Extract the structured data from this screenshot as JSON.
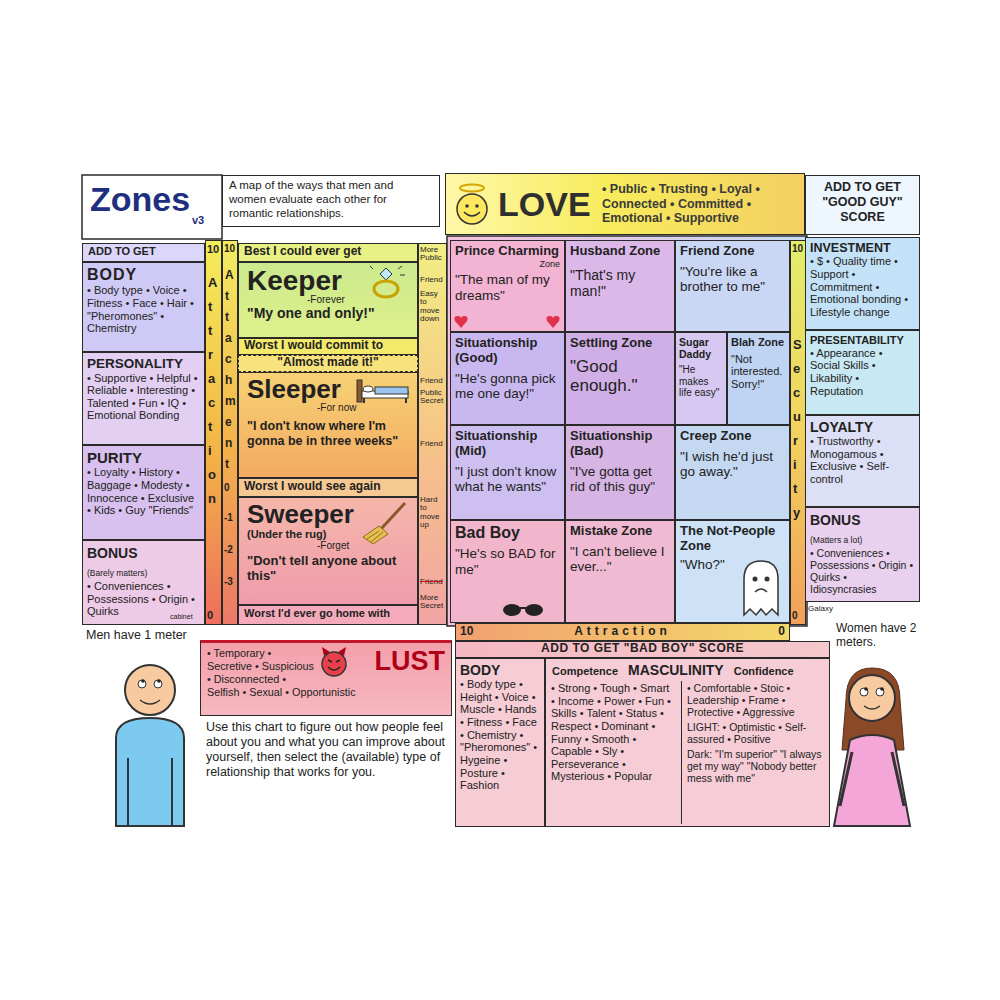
{
  "diagram": {
    "title": "Zones",
    "nodes": [
      {
        "text": [
          "A map of the ways that men and women evaluate each other for romantic relationships."
        ]
      },
      {
        "text": [
          "LOVE",
          "• Public • Trusting • Loyal • Connected • Committed • Emotional • Supportive"
        ]
      },
      {
        "text": [
          "ADD TO GET \"GOOD GUY\" SCORE"
        ]
      },
      {
        "text": [
          "ADD TO GET"
        ]
      },
      {
        "text": [
          "BODY",
          "• Body type • Voice • Fitness • Face • Hair • \"Pheromones\" • Chemistry"
        ]
      },
      {
        "text": [
          "PERSONALITY",
          "• Supportive • Helpful • Reliable • Interesting • Talented • Fun • IQ • Emotional Bonding"
        ]
      },
      {
        "text": [
          "PURITY",
          "• Loyalty • History • Baggage • Modesty • Innocence • Exclusive • Kids • Guy \"Friends\""
        ]
      },
      {
        "text": [
          "BONUS",
          "(Barely matters)",
          "• Conveniences • Possessions • Origin • Quirks"
        ]
      },
      {
        "text": [
          "10",
          "Attraction",
          "0"
        ]
      },
      {
        "text": [
          "10",
          "Attachment",
          "0",
          "-1",
          "-2",
          "-3"
        ]
      },
      {
        "text": [
          "Best I could ever get"
        ]
      },
      {
        "text": [
          "Keeper",
          "-Forever",
          "\"My one and only!\""
        ]
      },
      {
        "text": [
          "Worst I would commit to"
        ]
      },
      {
        "text": [
          "\"Almost made it!\""
        ]
      },
      {
        "text": [
          "Sleeper",
          "-For now",
          "\"I don't know where I'm gonna be in three weeks\""
        ]
      },
      {
        "text": [
          "Worst I would see again"
        ]
      },
      {
        "text": [
          "Sweeper",
          "(Under the rug)",
          "-Forget",
          "\"Don't tell anyone about this\""
        ]
      },
      {
        "text": [
          "Worst I'd ever go home with"
        ]
      },
      {
        "text": [
          "More Public",
          "Friend",
          "Easy to move down",
          "Friend",
          "Public Secret",
          "Friend",
          "Hard to move up",
          "Friend",
          "More Secret"
        ]
      },
      {
        "text": [
          "Prince Charming",
          "Zone",
          "\"The man of my dreams\""
        ]
      },
      {
        "text": [
          "Husband Zone",
          "\"That's my man!\""
        ]
      },
      {
        "text": [
          "Friend Zone",
          "\"You're like a brother to me\""
        ]
      },
      {
        "text": [
          "Situationship (Good)",
          "\"He's gonna pick me one day!\""
        ]
      },
      {
        "text": [
          "Settling Zone",
          "\"Good enough.\""
        ]
      },
      {
        "text": [
          "Sugar Daddy",
          "\"He makes life easy\""
        ]
      },
      {
        "text": [
          "Blah Zone",
          "\"Not interested. Sorry!\""
        ]
      },
      {
        "text": [
          "Situationship (Mid)",
          "\"I just don't know what he wants\""
        ]
      },
      {
        "text": [
          "Situationship (Bad)",
          "\"I've gotta get rid of this guy\""
        ]
      },
      {
        "text": [
          "Creep Zone",
          "\"I wish he'd just go away.\""
        ]
      },
      {
        "text": [
          "Bad Boy",
          "\"He's so BAD for me\""
        ]
      },
      {
        "text": [
          "Mistake Zone",
          "\"I can't believe I ever...\""
        ]
      },
      {
        "text": [
          "The Not-People Zone",
          "\"Who?\""
        ]
      },
      {
        "text": [
          "10",
          "Security",
          "0"
        ]
      },
      {
        "text": [
          "INVESTMENT",
          "• $ • Quality time • Support • Commitment • Emotional bonding • Lifestyle change"
        ]
      },
      {
        "text": [
          "PRESENTABILITY",
          "• Appearance • Social Skills • Likability • Reputation"
        ]
      },
      {
        "text": [
          "LOYALTY",
          "• Trustworthy • Monogamous • Exclusive • Self-control"
        ]
      },
      {
        "text": [
          "BONUS",
          "(Matters a lot)",
          "• Conveniences • Possessions • Origin • Quirks • Idiosyncrasies"
        ]
      },
      {
        "text": [
          "10",
          "Attraction",
          "0"
        ]
      },
      {
        "text": [
          "ADD TO GET \"BAD BOY\" SCORE"
        ]
      },
      {
        "text": [
          "BODY",
          "• Body type • Height • Voice • Muscle • Hands • Fitness • Face • Chemistry • \"Pheromones\" • Hygeine • Posture • Fashion"
        ]
      },
      {
        "text": [
          "Competence",
          "MASCULINITY",
          "Confidence"
        ]
      },
      {
        "text": [
          "• Strong • Tough • Smart • Income • Power • Fun • Skills • Talent • Status • Respect • Dominant • Funny • Smooth • Capable • Sly • Perseverance • Mysterious • Popular"
        ],
        "in": 40
      },
      {
        "text": [
          "• Comfortable • Stoic • Leadership • Frame • Protective • Aggressive",
          "LIGHT: • Optimistic • Self-assured • Positive",
          "Dark: \"I'm superior\" \"I always get my way\" \"Nobody better mess with me\""
        ],
        "in": 40
      },
      {
        "text": [
          "LUST",
          "• Temporary • Secretive • Suspicious • Disconnected • Selfish • Sexual • Opportunistic"
        ]
      }
    ],
    "labels": [
      "v3",
      "cabinet",
      "Galaxy",
      "Men have 1 meter",
      "Women have 2 meters.",
      "Use this chart to figure out how people feel about you and what you can improve about yourself, then select the (available) type of relationship that works for you."
    ]
  }
}
